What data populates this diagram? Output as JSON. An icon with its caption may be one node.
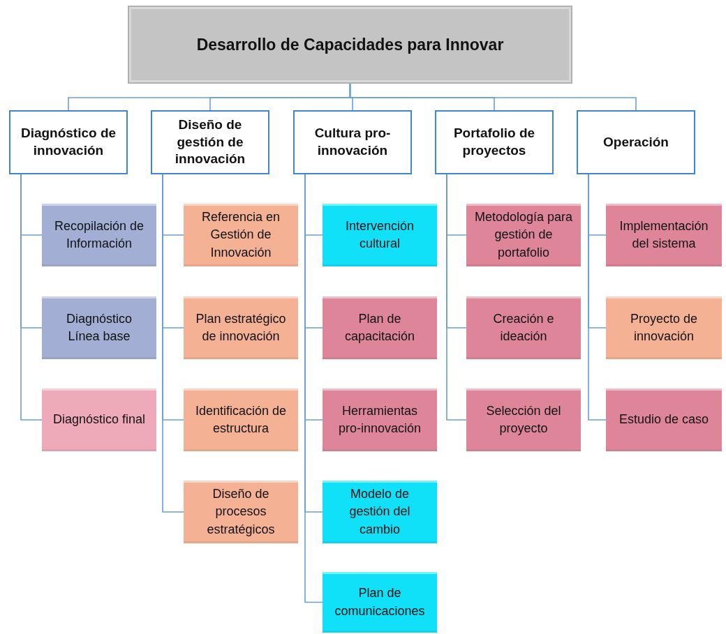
{
  "diagram": {
    "nodes": [
      {
        "text": [
          "Desarrollo de Capacidades para Innovar"
        ]
      },
      {
        "text": [
          "Diagnóstico de innovación"
        ]
      },
      {
        "text": [
          "Diseño de gestión de innovación"
        ]
      },
      {
        "text": [
          "Cultura pro-innovación"
        ]
      },
      {
        "text": [
          "Portafolio de proyectos"
        ]
      },
      {
        "text": [
          "Operación"
        ]
      },
      {
        "text": [
          "Recopilación de Información"
        ]
      },
      {
        "text": [
          "Diagnóstico Línea base"
        ]
      },
      {
        "text": [
          "Diagnóstico final"
        ]
      },
      {
        "text": [
          "Referencia en Gestión de Innovación"
        ]
      },
      {
        "text": [
          "Plan estratégico de innovación"
        ]
      },
      {
        "text": [
          "Identificación de estructura"
        ]
      },
      {
        "text": [
          "Diseño de procesos estratégicos"
        ]
      },
      {
        "text": [
          "Intervención cultural"
        ]
      },
      {
        "text": [
          "Plan de capacitación"
        ]
      },
      {
        "text": [
          "Herramientas pro-innovación"
        ]
      },
      {
        "text": [
          "Modelo de gestión del cambio"
        ]
      },
      {
        "text": [
          "Plan de comunicaciones"
        ]
      },
      {
        "text": [
          "Metodología para gestión de portafolio"
        ]
      },
      {
        "text": [
          "Creación e ideación"
        ]
      },
      {
        "text": [
          "Selección del proyecto"
        ]
      },
      {
        "text": [
          "Implementación del sistema"
        ]
      },
      {
        "text": [
          "Proyecto de innovación"
        ]
      },
      {
        "text": [
          "Estudio de caso"
        ]
      }
    ],
    "edges": [
      {
        "from": 0,
        "to": 1,
        "arrow": "none"
      },
      {
        "from": 0,
        "to": 2,
        "arrow": "none"
      },
      {
        "from": 0,
        "to": 3,
        "arrow": "none"
      },
      {
        "from": 0,
        "to": 4,
        "arrow": "none"
      },
      {
        "from": 0,
        "to": 5,
        "arrow": "none"
      },
      {
        "from": 1,
        "to": 6,
        "arrow": "none"
      },
      {
        "from": 1,
        "to": 7,
        "arrow": "none"
      },
      {
        "from": 1,
        "to": 8,
        "arrow": "none"
      },
      {
        "from": 2,
        "to": 9,
        "arrow": "none"
      },
      {
        "from": 2,
        "to": 10,
        "arrow": "none"
      },
      {
        "from": 2,
        "to": 11,
        "arrow": "none"
      },
      {
        "from": 2,
        "to": 12,
        "arrow": "none"
      },
      {
        "from": 3,
        "to": 13,
        "arrow": "none"
      },
      {
        "from": 3,
        "to": 14,
        "arrow": "none"
      },
      {
        "from": 3,
        "to": 15,
        "arrow": "none"
      },
      {
        "from": 3,
        "to": 16,
        "arrow": "none"
      },
      {
        "from": 3,
        "to": 17,
        "arrow": "none"
      },
      {
        "from": 4,
        "to": 18,
        "arrow": "none"
      },
      {
        "from": 4,
        "to": 19,
        "arrow": "none"
      },
      {
        "from": 4,
        "to": 20,
        "arrow": "none"
      },
      {
        "from": 5,
        "to": 21,
        "arrow": "none"
      },
      {
        "from": 5,
        "to": 22,
        "arrow": "none"
      },
      {
        "from": 5,
        "to": 23,
        "arrow": "none"
      }
    ]
  }
}
